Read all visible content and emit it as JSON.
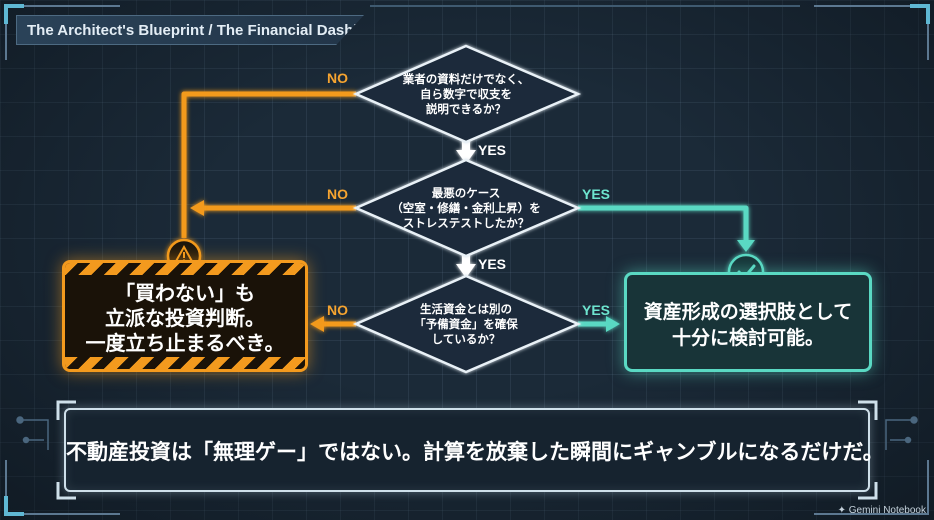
{
  "header": {
    "title_part1": "The Architect's Blueprint",
    "separator": " / ",
    "title_part2": "The Financial Dashboard"
  },
  "decisions": [
    {
      "text": "業者の資料だけでなく、\n自ら数字で収支を\n説明できるか？"
    },
    {
      "text": "最悪のケース\n（空室・修繕・金利上昇）を\nストレステストしたか？"
    },
    {
      "text": "生活資金とは別の\n「予備資金」を確保\nしているか？"
    }
  ],
  "branch_labels": {
    "no1": "NO",
    "yes1": "YES",
    "no2": "NO",
    "yes2_right": "YES",
    "yes2_down": "YES",
    "no3": "NO",
    "yes3": "YES"
  },
  "stop_box": {
    "text": "「買わない」も\n立派な投資判断。\n一度立ち止まるべき。",
    "icon": "warning-icon",
    "color": "#f39a1e"
  },
  "go_box": {
    "text": "資産形成の選択肢として\n十分に検討可能。",
    "icon": "check-icon",
    "color": "#5ad9c3"
  },
  "banner": {
    "text": "不動産投資は「無理ゲー」ではない。計算を放棄した瞬間にギャンブルになるだけだ。"
  },
  "watermark": {
    "text": "Gemini Notebook",
    "icon": "gemini-icon"
  }
}
